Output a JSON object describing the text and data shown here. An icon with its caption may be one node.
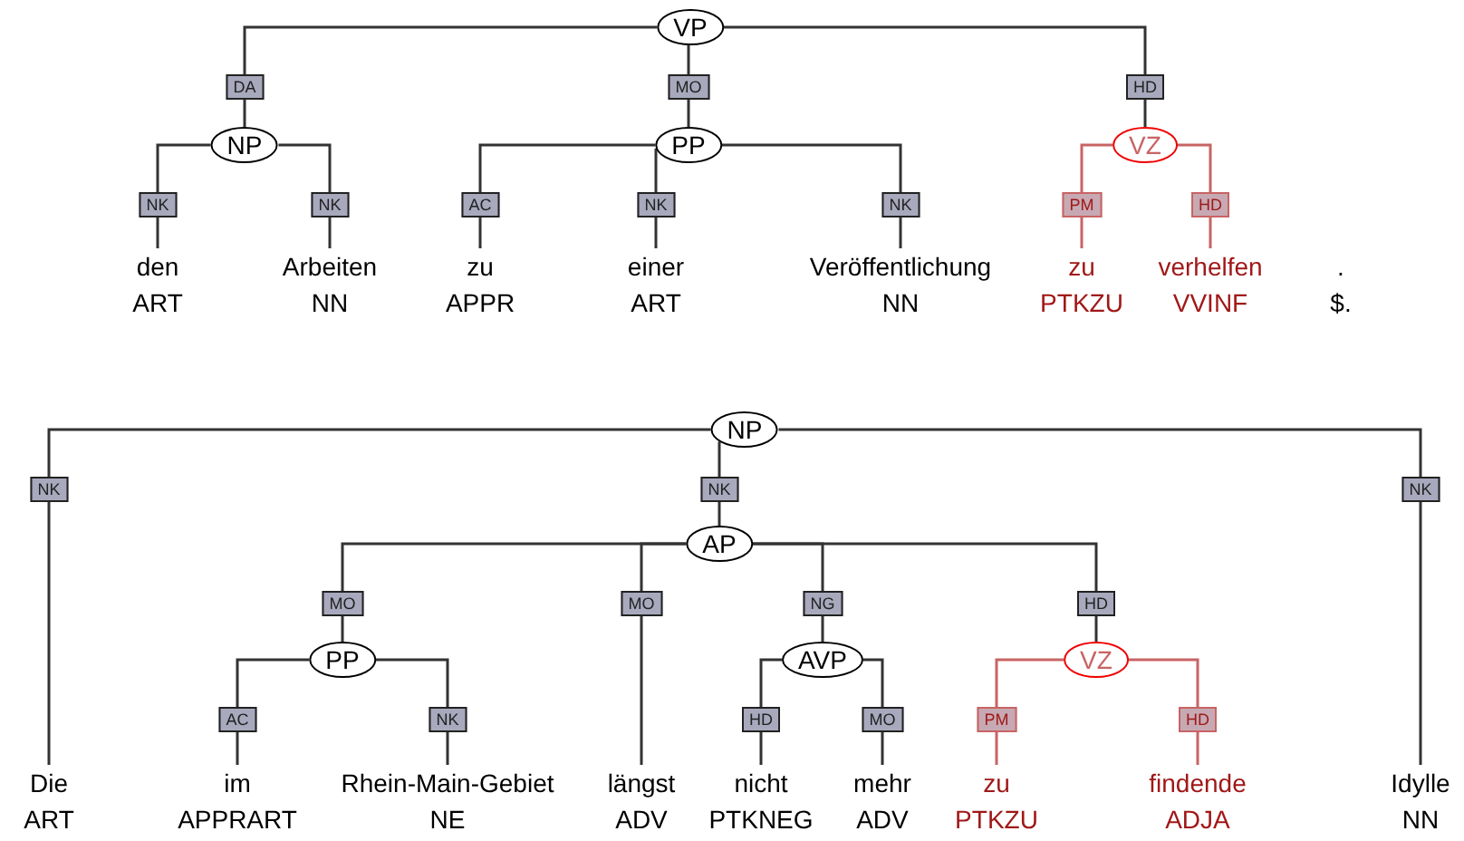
{
  "diagram": {
    "nodes": [
      {
        "text": [
          "VP"
        ]
      },
      {
        "text": [
          "NP"
        ]
      },
      {
        "text": [
          "den",
          "ART"
        ]
      },
      {
        "text": [
          "Arbeiten",
          "NN"
        ]
      },
      {
        "text": [
          "PP"
        ]
      },
      {
        "text": [
          "zu",
          "APPR"
        ]
      },
      {
        "text": [
          "einer",
          "ART"
        ]
      },
      {
        "text": [
          "Veröffentlichung",
          "NN"
        ]
      },
      {
        "text": [
          "VZ"
        ]
      },
      {
        "text": [
          "zu",
          "PTKZU"
        ]
      },
      {
        "text": [
          "verhelfen",
          "VVINF"
        ]
      },
      {
        "text": [
          ".",
          "$."
        ]
      },
      {
        "text": [
          "NP"
        ]
      },
      {
        "text": [
          "Die",
          "ART"
        ]
      },
      {
        "text": [
          "AP"
        ]
      },
      {
        "text": [
          "PP"
        ]
      },
      {
        "text": [
          "im",
          "APPRART"
        ]
      },
      {
        "text": [
          "Rhein-Main-Gebiet",
          "NE"
        ]
      },
      {
        "text": [
          "längst",
          "ADV"
        ]
      },
      {
        "text": [
          "AVP"
        ]
      },
      {
        "text": [
          "nicht",
          "PTKNEG"
        ]
      },
      {
        "text": [
          "mehr",
          "ADV"
        ]
      },
      {
        "text": [
          "VZ"
        ]
      },
      {
        "text": [
          "zu",
          "PTKZU"
        ]
      },
      {
        "text": [
          "findende",
          "ADJA"
        ]
      },
      {
        "text": [
          "Idylle",
          "NN"
        ]
      }
    ],
    "edges": [
      {
        "from": 0,
        "to": 1,
        "arrow": "none",
        "label": "DA"
      },
      {
        "from": 1,
        "to": 2,
        "arrow": "none",
        "label": "NK"
      },
      {
        "from": 1,
        "to": 3,
        "arrow": "none",
        "label": "NK"
      },
      {
        "from": 0,
        "to": 4,
        "arrow": "none",
        "label": "MO"
      },
      {
        "from": 4,
        "to": 5,
        "arrow": "none",
        "label": "AC"
      },
      {
        "from": 4,
        "to": 6,
        "arrow": "none",
        "label": "NK"
      },
      {
        "from": 4,
        "to": 7,
        "arrow": "none",
        "label": "NK"
      },
      {
        "from": 0,
        "to": 8,
        "arrow": "none",
        "label": "HD"
      },
      {
        "from": 8,
        "to": 9,
        "arrow": "none",
        "label": "PM",
        "color": "#c86464"
      },
      {
        "from": 8,
        "to": 10,
        "arrow": "none",
        "label": "HD",
        "color": "#c86464"
      },
      {
        "from": 12,
        "to": 13,
        "arrow": "none",
        "label": "NK"
      },
      {
        "from": 12,
        "to": 14,
        "arrow": "none",
        "label": "NK"
      },
      {
        "from": 12,
        "to": 25,
        "arrow": "none",
        "label": "NK"
      },
      {
        "from": 14,
        "to": 15,
        "arrow": "none",
        "label": "MO"
      },
      {
        "from": 15,
        "to": 16,
        "arrow": "none",
        "label": "AC"
      },
      {
        "from": 15,
        "to": 17,
        "arrow": "none",
        "label": "NK"
      },
      {
        "from": 14,
        "to": 18,
        "arrow": "none",
        "label": "MO"
      },
      {
        "from": 14,
        "to": 19,
        "arrow": "none",
        "label": "NG"
      },
      {
        "from": 19,
        "to": 20,
        "arrow": "none",
        "label": "HD"
      },
      {
        "from": 19,
        "to": 21,
        "arrow": "none",
        "label": "MO"
      },
      {
        "from": 14,
        "to": 22,
        "arrow": "none",
        "label": "HD"
      },
      {
        "from": 22,
        "to": 23,
        "arrow": "none",
        "label": "PM",
        "color": "#c86464"
      },
      {
        "from": 22,
        "to": 24,
        "arrow": "none",
        "label": "HD",
        "color": "#c86464"
      }
    ]
  }
}
